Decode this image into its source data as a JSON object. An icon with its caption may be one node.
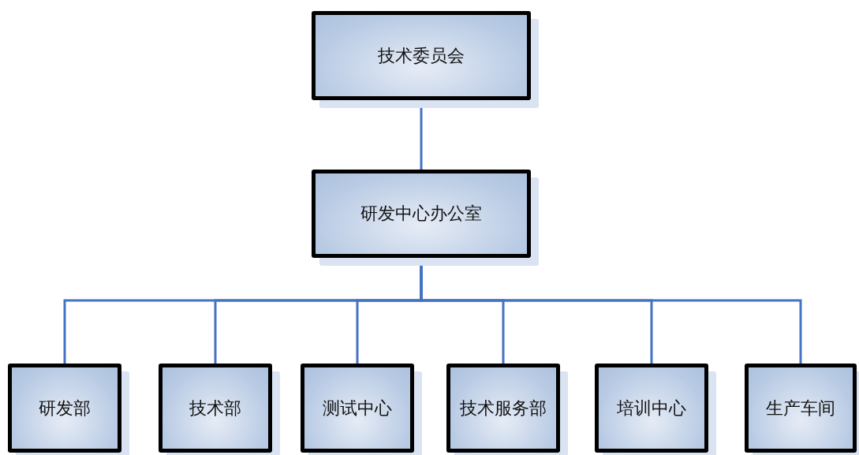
{
  "diagram": {
    "nodes": [
      {
        "text": [
          "技术委员会"
        ]
      },
      {
        "text": [
          "研发中心办公室"
        ]
      },
      {
        "text": [
          "研发部"
        ]
      },
      {
        "text": [
          "技术部"
        ]
      },
      {
        "text": [
          "测试中心"
        ]
      },
      {
        "text": [
          "技术服务部"
        ]
      },
      {
        "text": [
          "培训中心"
        ]
      },
      {
        "text": [
          "生产车间"
        ]
      }
    ],
    "edges": [
      {
        "from": 0,
        "to": 1,
        "arrow": "none"
      },
      {
        "from": 1,
        "to": 2,
        "arrow": "none"
      },
      {
        "from": 1,
        "to": 3,
        "arrow": "none"
      },
      {
        "from": 1,
        "to": 4,
        "arrow": "none"
      },
      {
        "from": 1,
        "to": 5,
        "arrow": "none"
      },
      {
        "from": 1,
        "to": 6,
        "arrow": "none"
      },
      {
        "from": 1,
        "to": 7,
        "arrow": "none"
      }
    ]
  }
}
